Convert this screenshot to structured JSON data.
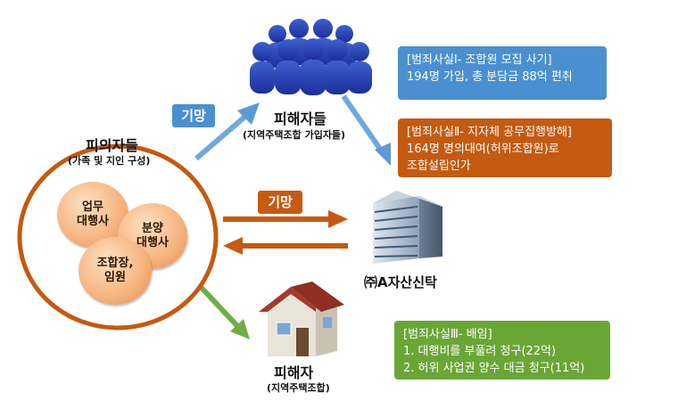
{
  "suspects": {
    "title": "피의자들",
    "subtitle": "(가족 및 지인 구성)",
    "members": [
      "업무\n대행사",
      "분양\n대행사",
      "조합장,\n임원"
    ]
  },
  "victims_group": {
    "title": "피해자들",
    "subtitle": "(지역주택조합 가입자들)"
  },
  "company": {
    "title": "㈜A자산신탁"
  },
  "victim_single": {
    "title": "피해자",
    "subtitle": "(지역주택조합)"
  },
  "badges": {
    "deceive_upper": "기망",
    "deceive_middle": "기망"
  },
  "crimes": [
    {
      "lines": [
        "[범죄사실Ⅰ- 조합원 모집 사기]",
        "194명 가입, 총 분담금 88억 편취"
      ],
      "color": "#4a90d0"
    },
    {
      "lines": [
        "[범죄사실Ⅱ- 지자체 공무집행방해]",
        "164명 명의대여(허위조합원)로",
        "조합설립인가"
      ],
      "color": "#c55a11"
    },
    {
      "lines": [
        "[범죄사실Ⅲ- 배임]",
        "1. 대행비를 부풀려 청구(22억)",
        "2. 허위 사업권 양수 대금 청구(11억)"
      ],
      "color": "#6aa636"
    }
  ],
  "colors": {
    "blue": "#4a90d0",
    "orange": "#c55a11",
    "green": "#6aa636"
  }
}
